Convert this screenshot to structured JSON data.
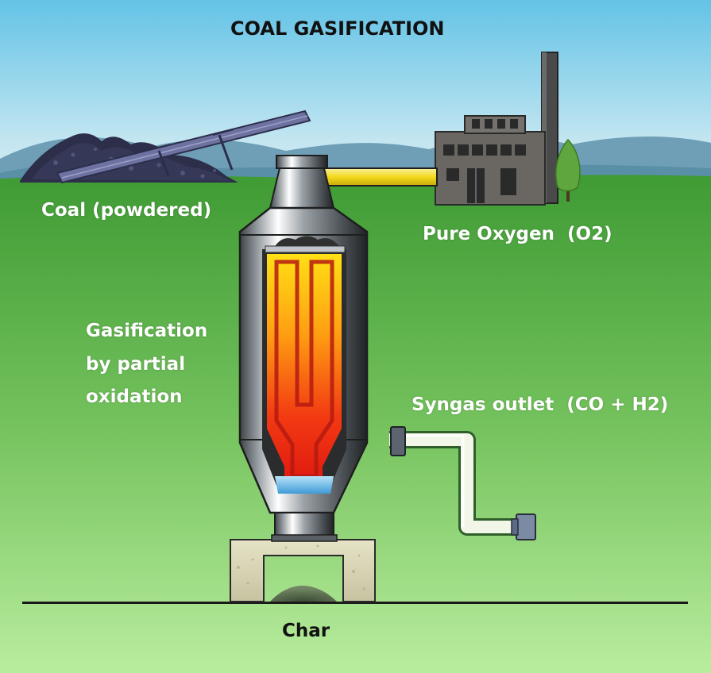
{
  "title": "COAL GASIFICATION",
  "labels": {
    "coal": "Coal (powdered)",
    "oxygen": "Pure Oxygen  (O2)",
    "gasification_line1": "Gasification",
    "gasification_line2": "by partial",
    "gasification_line3": "oxidation",
    "syngas": "Syngas outlet  (CO + H2)",
    "char": "Char"
  },
  "colors": {
    "sky_top": "#63c3e6",
    "sky_bottom": "#d2ecf4",
    "grass_top": "#3f9b34",
    "grass_bottom": "#b6ec9a",
    "flame_top": "#ffe015",
    "flame_bottom": "#f21c10",
    "water": "#5ab3e6",
    "oxygen_pipe": "#f3da1c",
    "vessel_steel": "#6d7378"
  }
}
